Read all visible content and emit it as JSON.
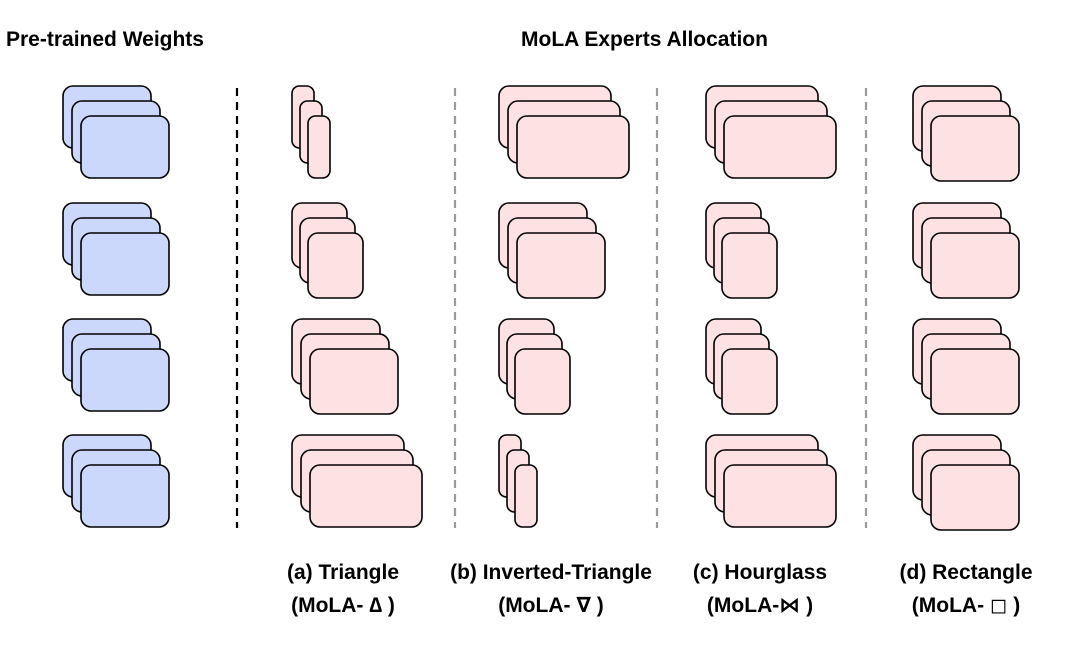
{
  "headings": {
    "left": "Pre-trained Weights",
    "right": "MoLA Experts Allocation"
  },
  "colors": {
    "pretrained_fill": "#ccd8fb",
    "expert_fill": "#fee2e3",
    "stroke": "#000000",
    "separator_main": "#000000",
    "separator_group": "#9a9a9a"
  },
  "pretrained": {
    "name": "pretrained-weights",
    "layers": [
      3,
      3,
      3,
      3
    ],
    "size": "large"
  },
  "groups": [
    {
      "id": "triangle",
      "caption": "(a) Triangle",
      "subcaption": "(MoLA- ∆ )",
      "layers": [
        {
          "count": 3,
          "size": "narrow"
        },
        {
          "count": 3,
          "size": "medium"
        },
        {
          "count": 3,
          "size": "wide"
        },
        {
          "count": 3,
          "size": "xwide"
        }
      ]
    },
    {
      "id": "inverted-triangle",
      "caption": "(b) Inverted-Triangle",
      "subcaption": "(MoLA- ∇ )",
      "layers": [
        {
          "count": 3,
          "size": "xwide"
        },
        {
          "count": 3,
          "size": "wide"
        },
        {
          "count": 3,
          "size": "medium"
        },
        {
          "count": 3,
          "size": "narrow"
        }
      ]
    },
    {
      "id": "hourglass",
      "caption": "(c) Hourglass",
      "subcaption": "(MoLA-⋈ )",
      "layers": [
        {
          "count": 3,
          "size": "xwide"
        },
        {
          "count": 3,
          "size": "medium"
        },
        {
          "count": 3,
          "size": "medium"
        },
        {
          "count": 3,
          "size": "xwide"
        }
      ]
    },
    {
      "id": "rectangle",
      "caption": "(d) Rectangle",
      "subcaption": "(MoLA- ◻ )",
      "layers": [
        {
          "count": 3,
          "size": "wide"
        },
        {
          "count": 3,
          "size": "wide"
        },
        {
          "count": 3,
          "size": "wide"
        },
        {
          "count": 3,
          "size": "wide"
        }
      ]
    }
  ]
}
